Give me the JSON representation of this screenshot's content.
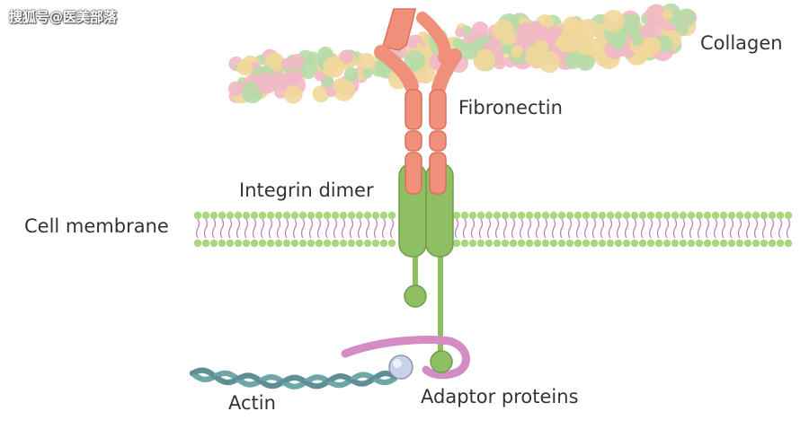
{
  "watermark": "搜狐号@医美部落",
  "labels": {
    "collagen": "Collagen",
    "fibronectin": "Fibronectin",
    "integrin_dimer": "Integrin dimer",
    "cell_membrane": "Cell membrane",
    "actin": "Actin",
    "adaptor_proteins": "Adaptor proteins"
  },
  "colors": {
    "collagen_pink": "#f2b8c6",
    "collagen_green": "#b6dca6",
    "collagen_yellow": "#f1d79a",
    "fibronectin": "#f08f7a",
    "integrin": "#8fbf63",
    "membrane": "#a9d77e",
    "membrane_tail": "#c77fb6",
    "adaptor": "#d48cc4",
    "actin": "#6fa7a8"
  }
}
